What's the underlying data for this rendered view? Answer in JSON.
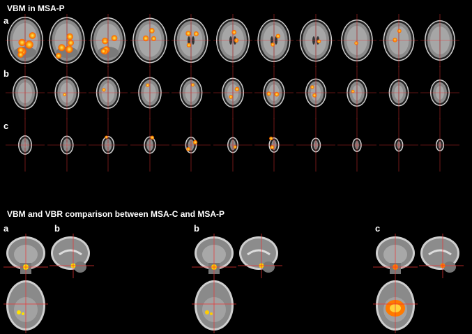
{
  "section_a": {
    "title": "VBM in MSA-P",
    "rows": [
      {
        "letter": "a",
        "intensities": [
          0.95,
          0.85,
          0.75,
          0.55,
          0.45,
          0.35,
          0.3,
          0.2,
          0.2,
          0.3,
          0.0
        ]
      },
      {
        "letter": "b",
        "intensities": [
          0.0,
          0.1,
          0.15,
          0.15,
          0.1,
          0.3,
          0.35,
          0.25,
          0.1,
          0.0,
          0.0
        ]
      },
      {
        "letter": "c",
        "intensities": [
          0.0,
          0.0,
          0.05,
          0.2,
          0.3,
          0.1,
          0.25,
          0.0,
          0.0,
          0.0,
          0.0
        ]
      }
    ]
  },
  "section_b": {
    "title": "VBM and VBR comparison between MSA-C and MSA-P",
    "panels": [
      {
        "letter": "a",
        "second_letter": "b",
        "highlight": "#ffe100"
      },
      {
        "letter": "b",
        "highlight": "#ffcc00"
      },
      {
        "letter": "c",
        "highlight": "#ff7a00"
      }
    ]
  }
}
